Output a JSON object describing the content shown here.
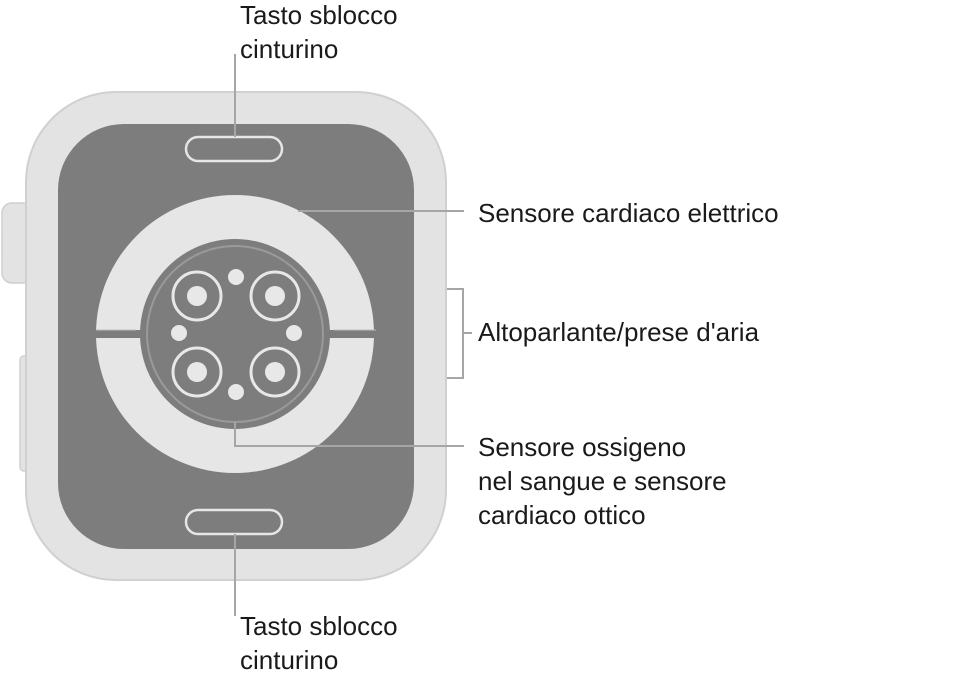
{
  "diagram": {
    "callouts": {
      "band_release_top": "Tasto sblocco\ncinturino",
      "electrical_heart_sensor": "Sensore cardiaco elettrico",
      "speaker_vents": "Altoparlante/prese d'aria",
      "optical_sensor": "Sensore ossigeno\nnel sangue e sensore\ncardiaco ottico",
      "band_release_bottom": "Tasto sblocco\ncinturino"
    },
    "colors": {
      "case": "#e3e3e3",
      "case_shadow": "#cfcfcf",
      "back_panel": "#7d7d7d",
      "ring": "#e6e6e6",
      "sensor": "#e8e8e8",
      "leader_line": "#a6a6a6",
      "text": "#1a1a1a"
    }
  }
}
